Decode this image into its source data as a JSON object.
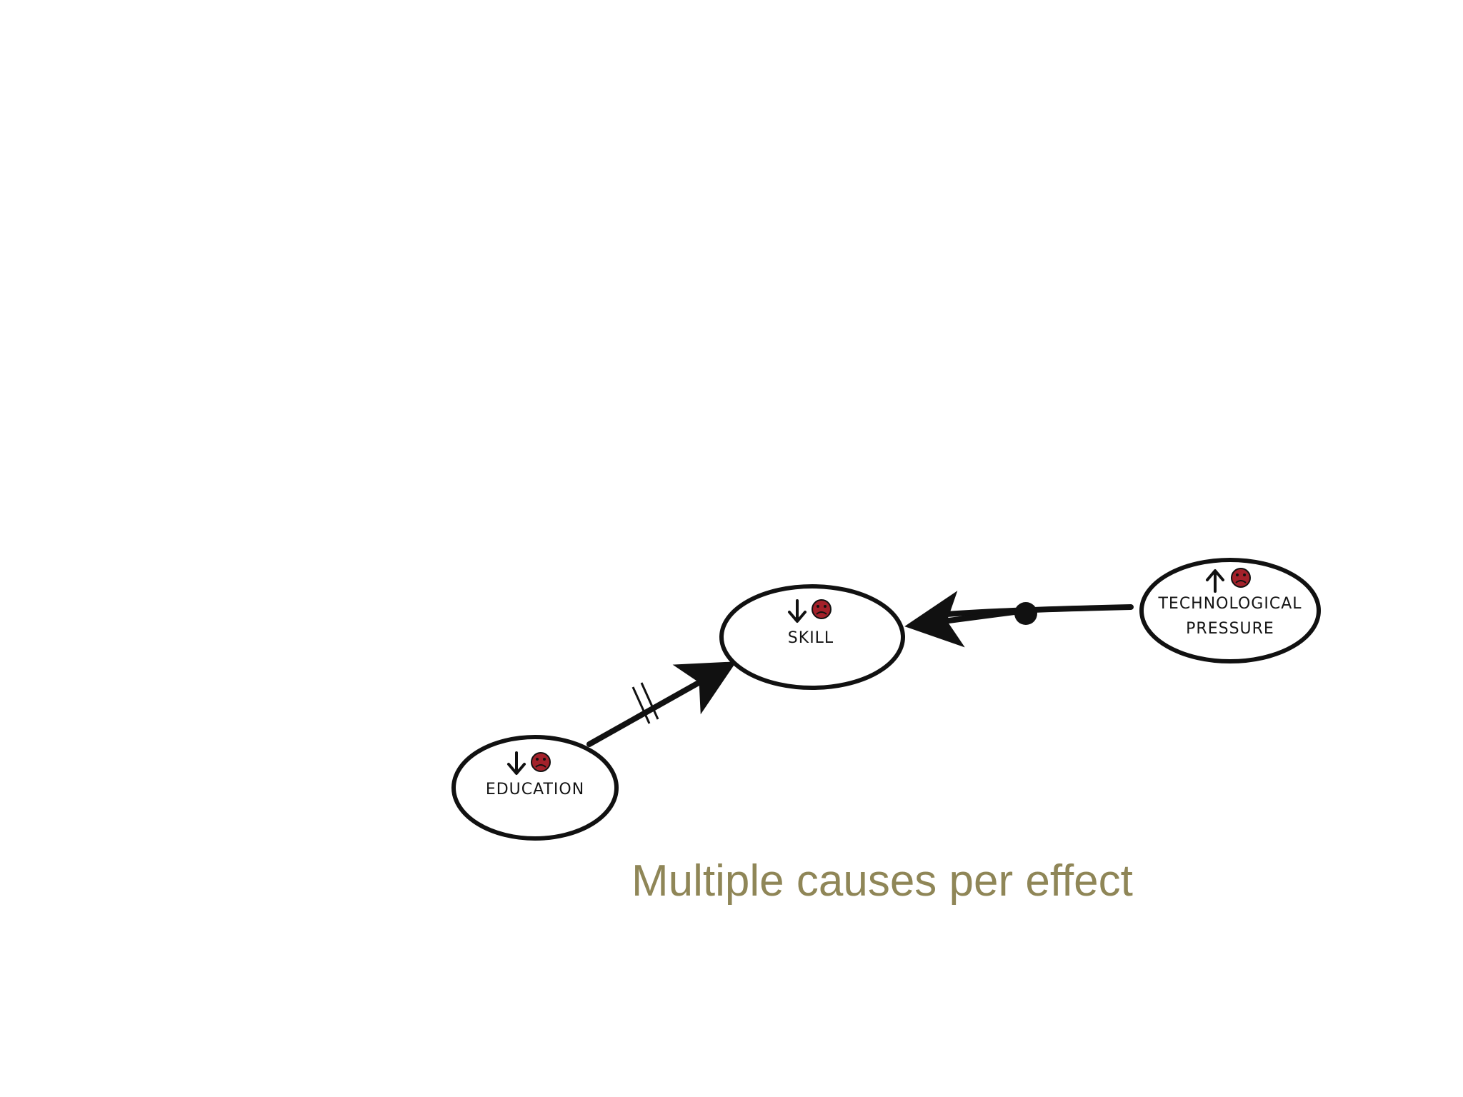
{
  "slide": {
    "caption": "Multiple causes per effect",
    "caption_color": "#8f8657",
    "background": "#ffffff"
  },
  "nodes": {
    "education": {
      "label_lines": [
        "EDUCATION"
      ],
      "trend": "down",
      "trend_icon": "down-arrow-icon",
      "mood_icon": "sad-face-icon"
    },
    "skill": {
      "label_lines": [
        "SKILL"
      ],
      "trend": "down",
      "trend_icon": "down-arrow-icon",
      "mood_icon": "sad-face-icon"
    },
    "technological_pressure": {
      "label_lines": [
        "TECHNOLOGICAL",
        "PRESSURE"
      ],
      "trend": "up",
      "trend_icon": "up-arrow-icon",
      "mood_icon": "sad-face-icon"
    }
  },
  "edges": [
    {
      "from": "education",
      "to": "skill",
      "marker": "double-bar (delay)",
      "marker_icon": "delay-marker-icon"
    },
    {
      "from": "technological_pressure",
      "to": "skill",
      "marker": "dot",
      "marker_icon": "dot-marker-icon"
    }
  ],
  "colors": {
    "ink": "#111111",
    "sad_face": "#a3212a"
  }
}
